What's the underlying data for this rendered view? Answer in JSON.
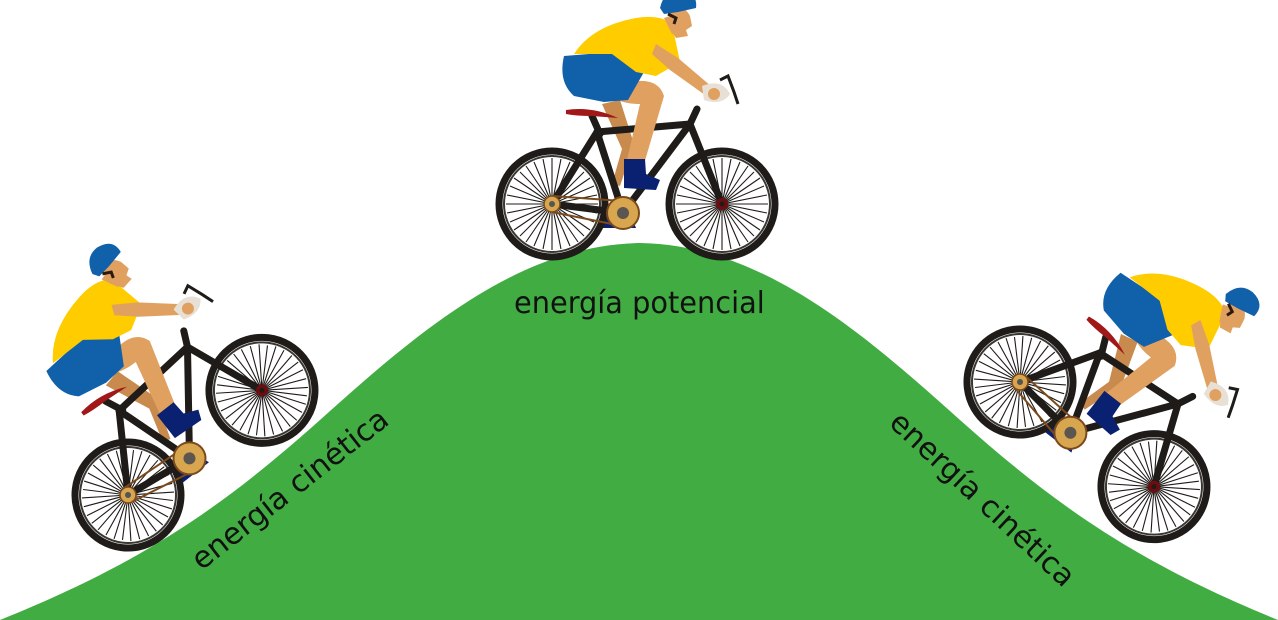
{
  "diagram": {
    "type": "illustration",
    "description": "Cyclist on a hill showing kinetic and potential energy",
    "labels": {
      "top": "energía potencial",
      "left": "energía cinética",
      "right": "energía cinética"
    },
    "cyclists": [
      {
        "position": "left",
        "state": "climbing"
      },
      {
        "position": "top",
        "state": "summit"
      },
      {
        "position": "right",
        "state": "descending"
      }
    ],
    "colors": {
      "hill": "#41AC41",
      "jersey": "#FFCC00",
      "shorts": "#1160AA",
      "helmet": "#1160AA",
      "skin": "#E0A060",
      "shoes": "#0A2070",
      "frame": "#1E1B18",
      "saddle": "#A01818",
      "chainring": "#D9A650",
      "hub": "#6E0C10",
      "background": "#FFFFFF"
    }
  }
}
